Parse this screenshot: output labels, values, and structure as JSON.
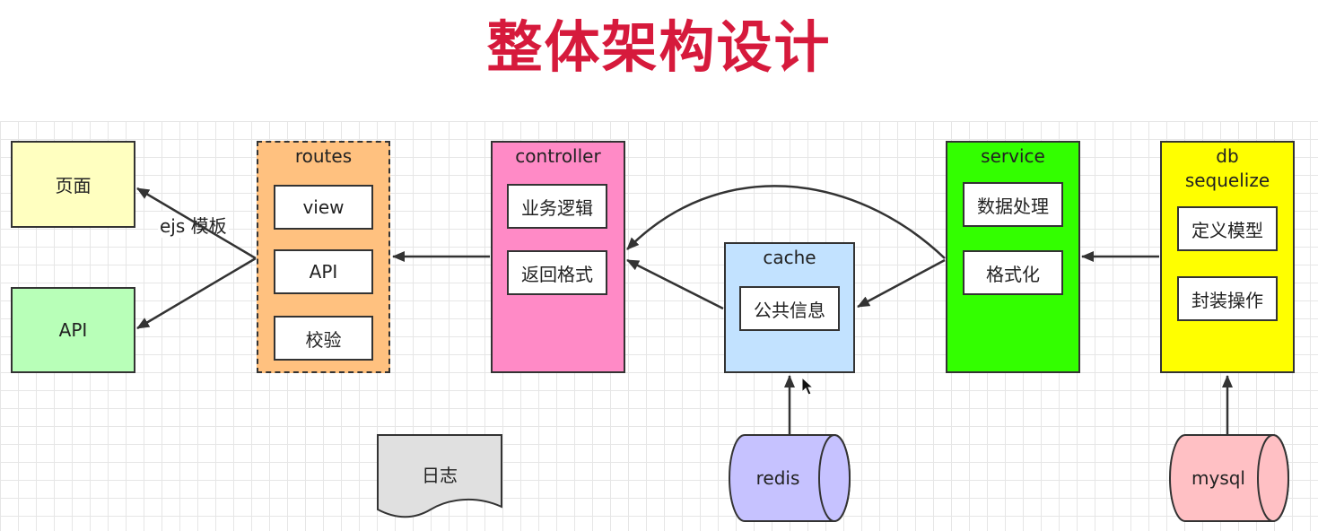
{
  "title": "整体架构设计",
  "nodes": {
    "page": "页面",
    "api": "API",
    "ejs_label": "ejs 模板",
    "routes": {
      "title": "routes",
      "items": [
        "view",
        "API",
        "校验"
      ]
    },
    "controller": {
      "title": "controller",
      "items": [
        "业务逻辑",
        "返回格式"
      ]
    },
    "cache": {
      "title": "cache",
      "items": [
        "公共信息"
      ]
    },
    "service": {
      "title": "service",
      "items": [
        "数据处理",
        "格式化"
      ]
    },
    "db": {
      "title_line1": "db",
      "title_line2": "sequelize",
      "items": [
        "定义模型",
        "封装操作"
      ]
    },
    "log": "日志",
    "redis": "redis",
    "mysql": "mysql"
  },
  "colors": {
    "title": "#d61a3c",
    "page": "#ffffc0",
    "api": "#b8ffb8",
    "routes": "#ffc17f",
    "controller": "#ff8ac6",
    "cache": "#c2e2ff",
    "service": "#33ff00",
    "db": "#ffff00",
    "log": "#e0e0e0",
    "redis": "#c6c2ff",
    "mysql": "#ffc0c4"
  }
}
